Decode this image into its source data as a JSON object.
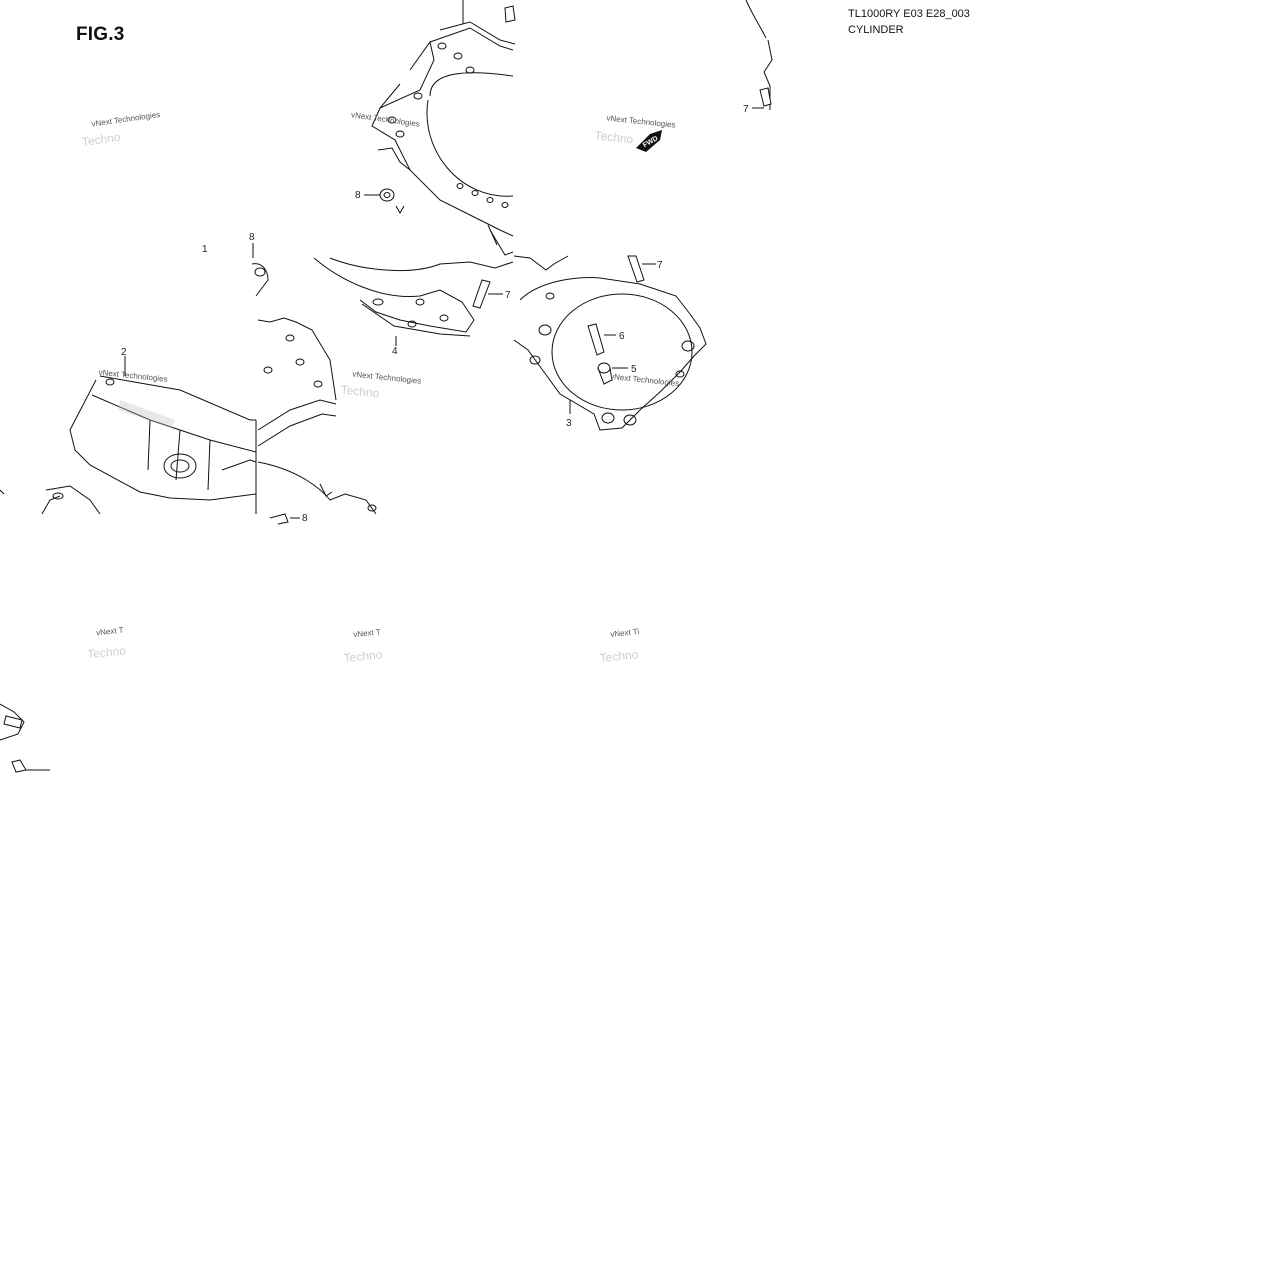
{
  "figure": {
    "title": "FIG.3"
  },
  "header": {
    "model_code": "TL1000RY E03 E28_003",
    "section_name": "CYLINDER"
  },
  "callouts": [
    {
      "id": "c1",
      "label": "1"
    },
    {
      "id": "c2",
      "label": "2"
    },
    {
      "id": "c3",
      "label": "3"
    },
    {
      "id": "c4",
      "label": "4"
    },
    {
      "id": "c5",
      "label": "5"
    },
    {
      "id": "c6",
      "label": "6"
    },
    {
      "id": "c7a",
      "label": "7"
    },
    {
      "id": "c7b",
      "label": "7"
    },
    {
      "id": "c7c",
      "label": "7"
    },
    {
      "id": "c8a",
      "label": "8"
    },
    {
      "id": "c8b",
      "label": "8"
    },
    {
      "id": "c8c",
      "label": "8"
    }
  ],
  "watermark": {
    "line1": "vNext Technologies",
    "partial_a": "vNext T",
    "partial_b": "vNext Ti",
    "ghost": "Techno"
  },
  "fwd_arrow": {
    "label": "FWD"
  },
  "colors": {
    "line": "#111111",
    "background": "#ffffff",
    "watermark": "#555555"
  }
}
